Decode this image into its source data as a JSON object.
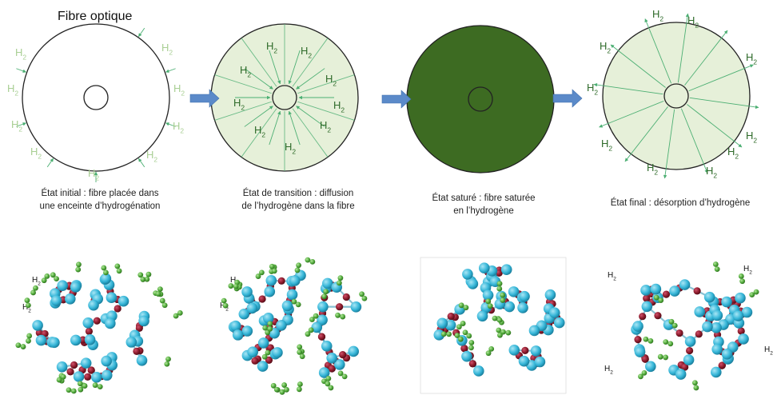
{
  "title": "Fibre optique",
  "molecule_label": "H",
  "molecule_subscript": "2",
  "stages": [
    {
      "id": "initial",
      "fill": "#ffffff",
      "caption_line1": "État initial : fibre placée dans",
      "caption_line2": "une enceinte d’hydrogénation"
    },
    {
      "id": "transition",
      "fill": "#e6f0d9",
      "caption_line1": "État de transition : diffusion",
      "caption_line2": "de l’hydrogène dans la fibre"
    },
    {
      "id": "saturated",
      "fill": "#3d6b22",
      "caption_line1": "État saturé : fibre saturée",
      "caption_line2": "en l’hydrogène"
    },
    {
      "id": "final",
      "fill": "#e6f0d9",
      "caption_line1": "État final : désorption d’hydrogène",
      "caption_line2": ""
    }
  ],
  "colors": {
    "h2_label_faint": "#a9cf94",
    "h2_label_dark": "#2f6b2a",
    "flux_arrow": "#4caf73",
    "stage_arrow": "#5b8ac9",
    "atom_cyan": "#36b6d8",
    "atom_red": "#8a1a2a",
    "atom_green": "#4fa83a"
  }
}
